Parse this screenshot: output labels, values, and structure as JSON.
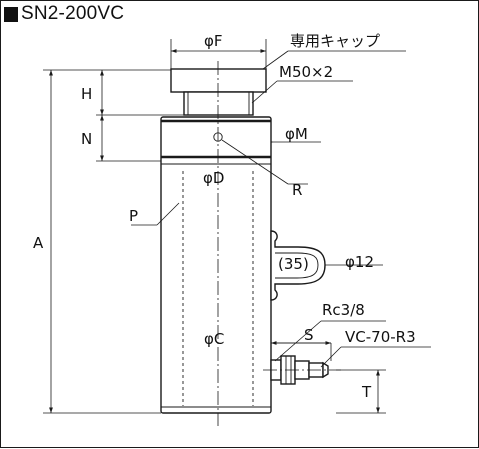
{
  "title": "SN2-200VC",
  "labels": {
    "phi_f": "φF",
    "cap_note": "専用キャップ",
    "thread": "M50×2",
    "h": "H",
    "n": "N",
    "phi_m": "φM",
    "phi_d": "φD",
    "r": "R",
    "p": "P",
    "a": "A",
    "handle_width": "(35)",
    "phi_12": "φ12",
    "port": "Rc3/8",
    "s": "S",
    "valve": "VC-70-R3",
    "phi_c": "φC",
    "t": "T"
  }
}
